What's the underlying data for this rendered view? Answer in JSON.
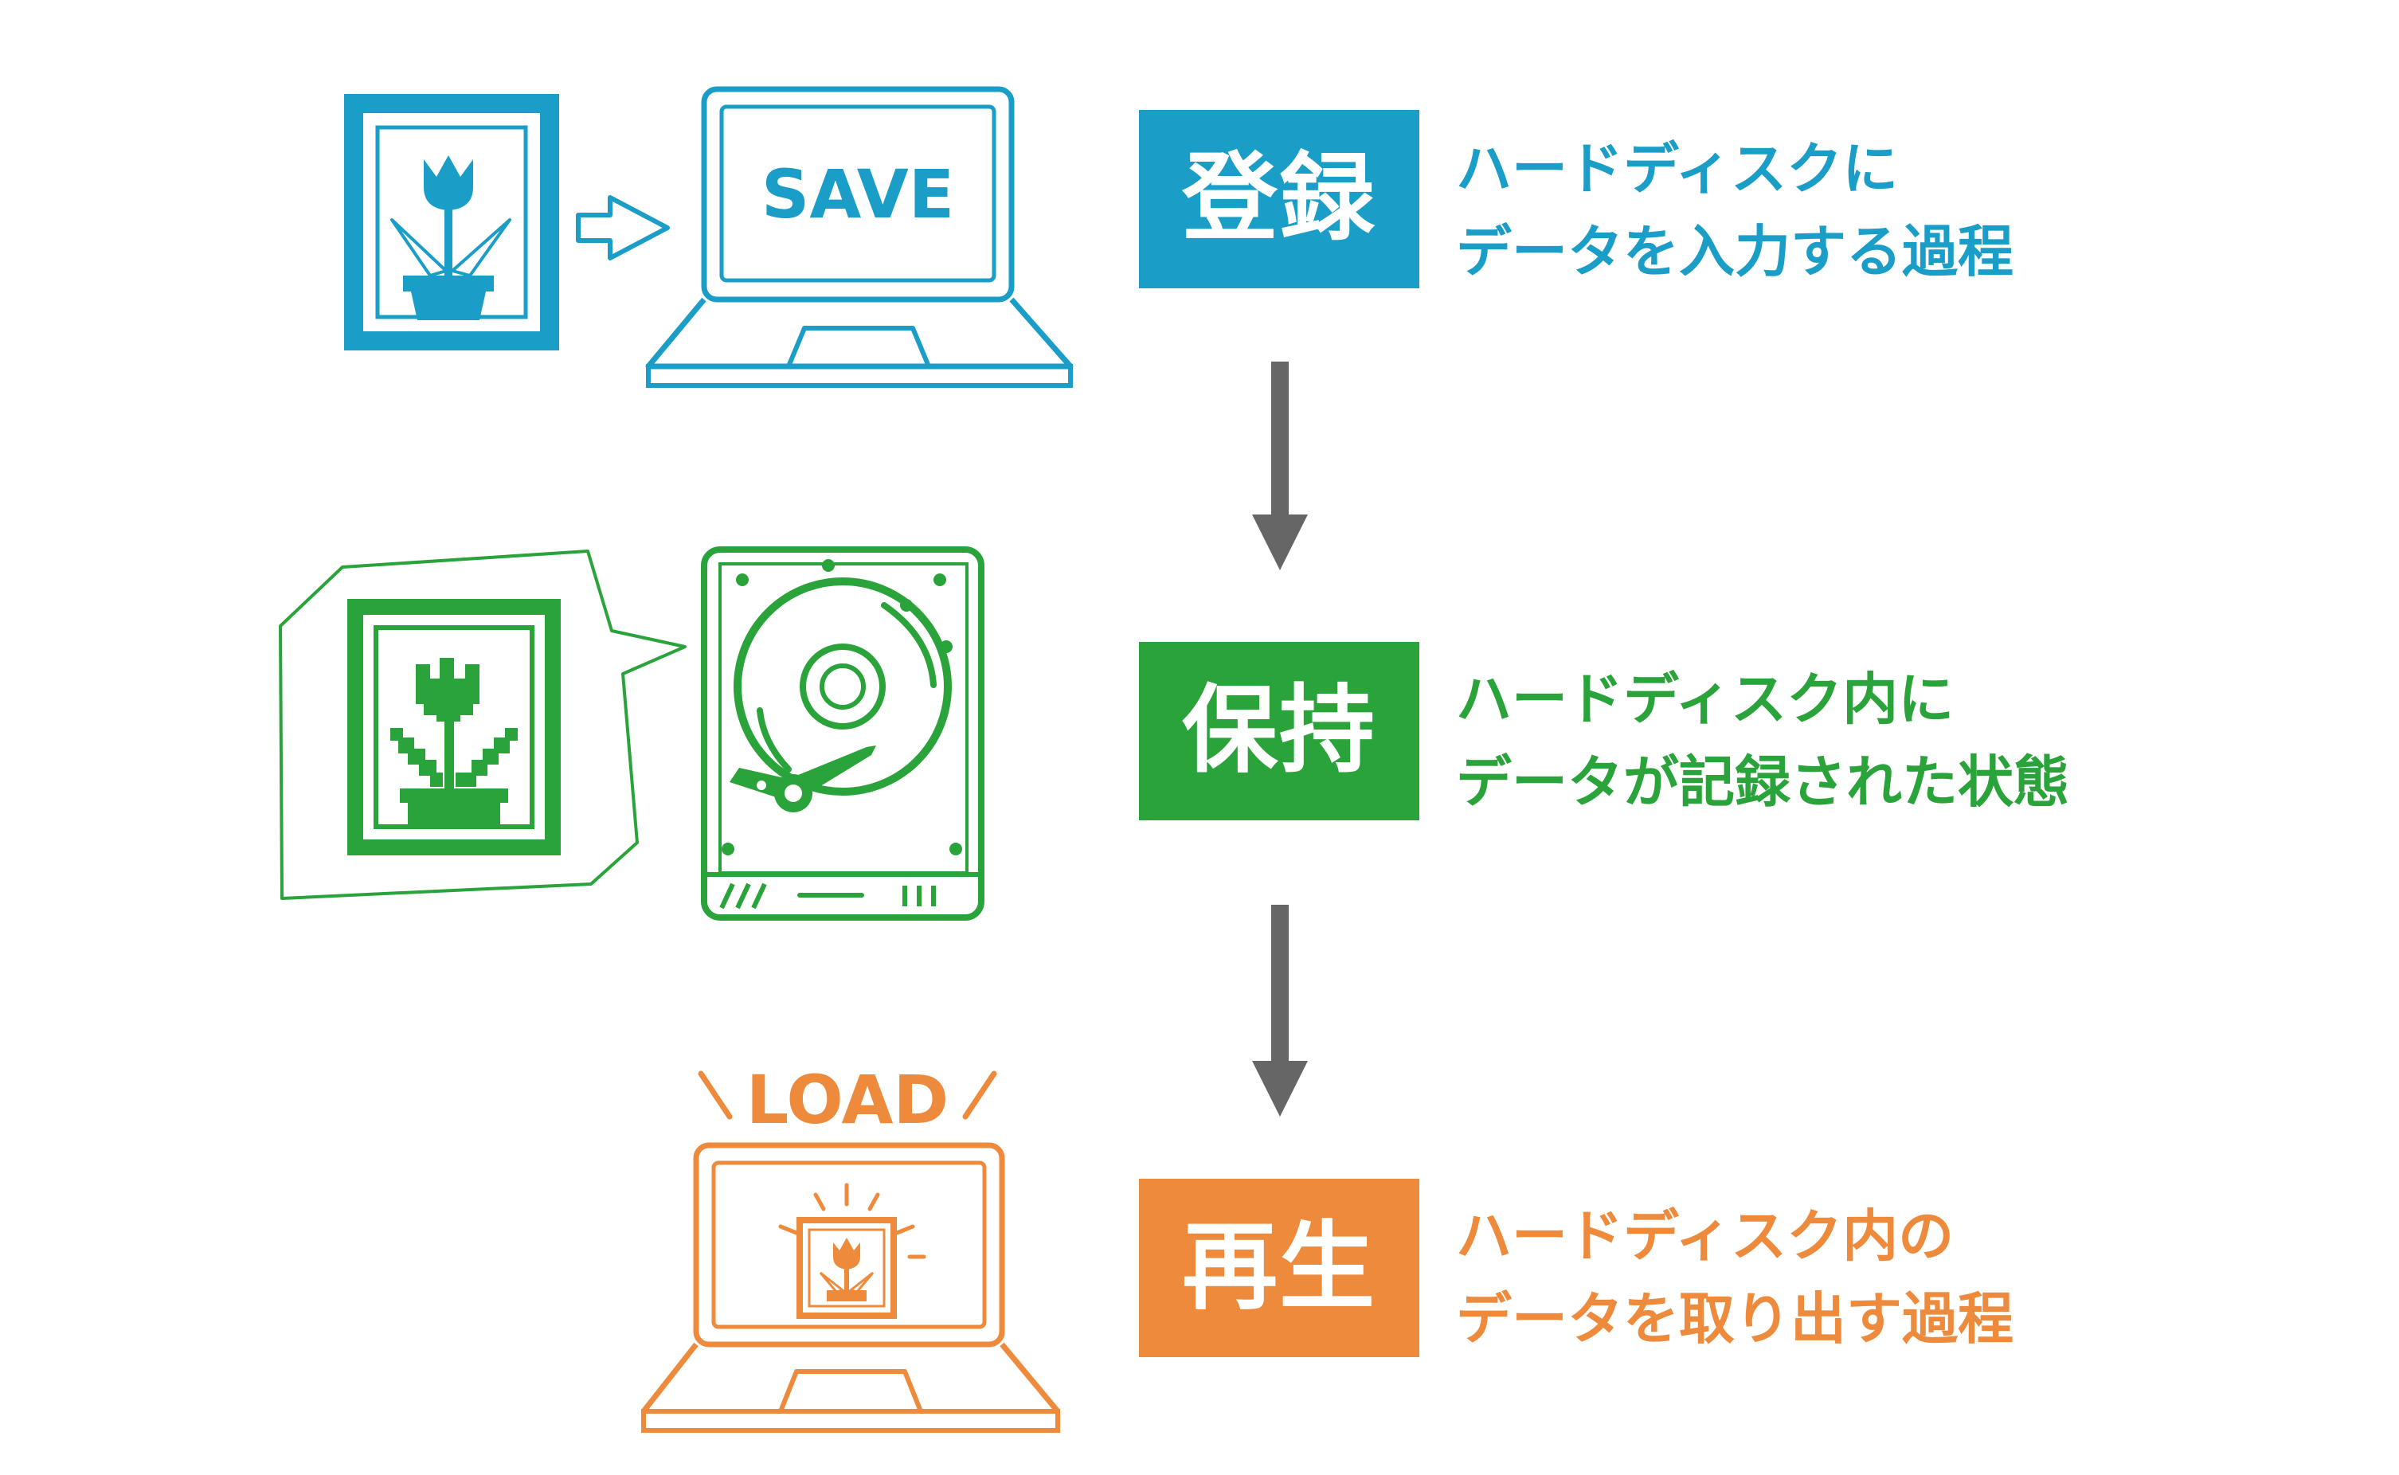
{
  "colors": {
    "register": "#1a9dc6",
    "retain": "#2aa33a",
    "playback": "#ee8a3c",
    "arrow": "#666666",
    "save_arrow": "#1a9dc6"
  },
  "stages": [
    {
      "id": "register",
      "label": "登録",
      "desc_line1": "ハードディスクに",
      "desc_line2": "データを入力する過程"
    },
    {
      "id": "retain",
      "label": "保持",
      "desc_line1": "ハードディスク内に",
      "desc_line2": "データが記録された状態"
    },
    {
      "id": "playback",
      "label": "再生",
      "desc_line1": "ハードディスク内の",
      "desc_line2": "データを取り出す過程"
    }
  ],
  "illustrations": {
    "save_screen_text": "SAVE",
    "load_text": "LOAD",
    "icons": [
      "framed-tulip-picture-icon",
      "laptop-icon",
      "hard-disk-drive-icon",
      "speech-bubble-icon",
      "pixelated-tulip-picture-icon",
      "flow-arrow-icon"
    ]
  }
}
